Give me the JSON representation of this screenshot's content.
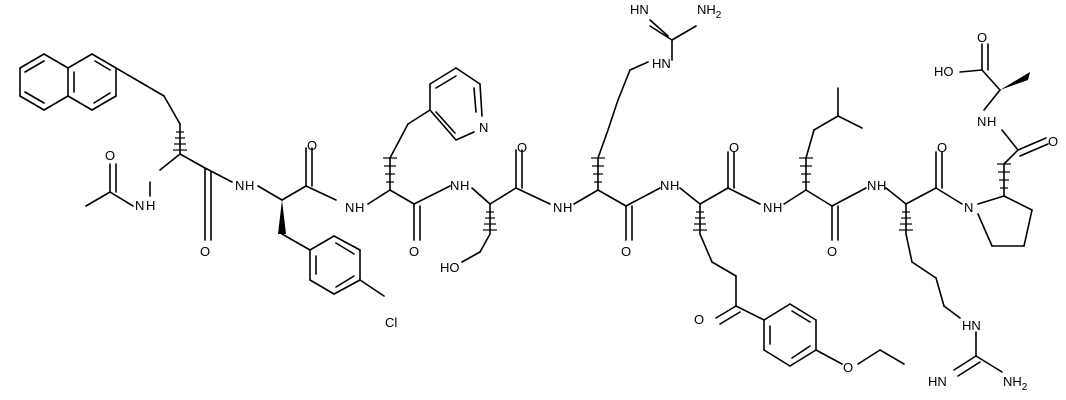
{
  "atoms": {
    "n_ac": "N",
    "h_ac": "H",
    "o_ac1": "O",
    "n_2": "N",
    "h_2": "H",
    "o_2": "O",
    "n_3": "N",
    "h_3": "H",
    "o_3": "O",
    "cl": "Cl",
    "n_pyr": "N",
    "o_4": "O",
    "n_4": "N",
    "h_4": "H",
    "oh_ser": "HO",
    "o_5": "O",
    "n_5": "N",
    "h_5": "H",
    "n_arg1_hn": "HN",
    "nh2_arg1": "NH",
    "nh2_arg1_sub": "2",
    "hn_arg1_top": "HN",
    "o_6": "O",
    "n_6": "N",
    "h_6": "H",
    "o_ket": "O",
    "o_meo": "O",
    "o_7": "O",
    "n_7": "N",
    "h_7": "H",
    "o_8": "O",
    "n_8": "N",
    "h_8": "H",
    "n_arg2_hn": "HN",
    "hn_arg2_bot": "HN",
    "nh2_arg2": "NH",
    "nh2_arg2_sub": "2",
    "o_9": "O",
    "n_pro": "N",
    "o_10": "O",
    "n_ala": "N",
    "h_ala": "H",
    "o_cooh": "O",
    "oh_cooh": "HO"
  }
}
